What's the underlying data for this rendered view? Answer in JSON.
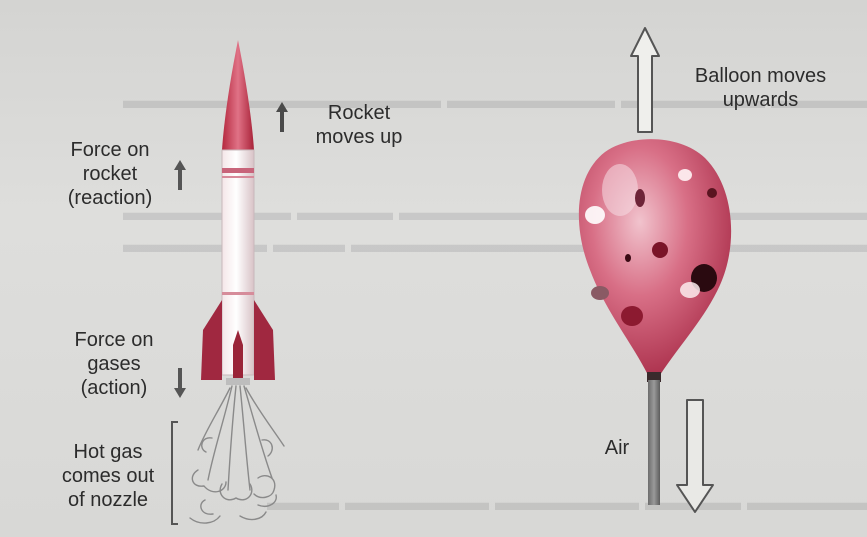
{
  "labels": {
    "rocket_moves_up": [
      "Rocket",
      "moves up"
    ],
    "force_on_rocket": [
      "Force on",
      "rocket",
      "(reaction)"
    ],
    "force_on_gases": [
      "Force on",
      "gases",
      "(action)"
    ],
    "hot_gas": [
      "Hot gas",
      "comes out",
      "of nozzle"
    ],
    "balloon_moves": [
      "Balloon moves",
      "upwards"
    ],
    "air": "Air"
  },
  "colors": {
    "rocket_red": "#a83040",
    "balloon_pink": "#c8506a",
    "text": "#2c2c2c"
  }
}
